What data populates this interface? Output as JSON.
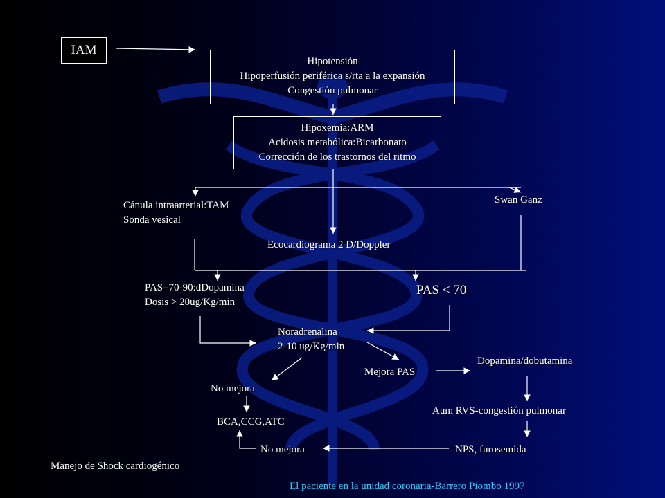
{
  "colors": {
    "line": "#ffffff",
    "text": "#ffffff",
    "credit": "#33ccff",
    "emblem": "#0a1f8a"
  },
  "emblem": "caduceus-watermark",
  "nodes": {
    "iam": "IAM",
    "box1": [
      "Hipotensión",
      "Hipoperfusión periférica s/rta a la expansión",
      "Congestión pulmonar"
    ],
    "box2": [
      "Hipoxemia:ARM",
      "Acidosis metabólica:Bicarbonato",
      "Corrección de los trastornos del ritmo"
    ],
    "canula": [
      "Cánula intraarterial:TAM",
      "Sonda vesical"
    ],
    "swan": "Swan Ganz",
    "eco": "Ecocardiograma 2 D/Doppler",
    "pas_70_90": [
      "PAS=70-90:dDopamina",
      "Dosis > 20ug/Kg/min"
    ],
    "pas_lt_70": "PAS < 70",
    "noradrenalina": [
      "Noradrenalina",
      "2-10 ug/Kg/min"
    ],
    "mejora_pas": "Mejora PAS",
    "dopa_dobu": "Dopamina/dobutamina",
    "no_mejora_1": "No mejora",
    "aum_rvs": "Aum RVS-congestión pulmonar",
    "bca": "BCA,CCG,ATC",
    "no_mejora_2": "No mejora",
    "nps": "NPS, furosemida"
  },
  "caption": "Manejo de Shock cardiogénico",
  "credit": "El paciente en la unidad coronaria-Barrero Piombo 1997"
}
